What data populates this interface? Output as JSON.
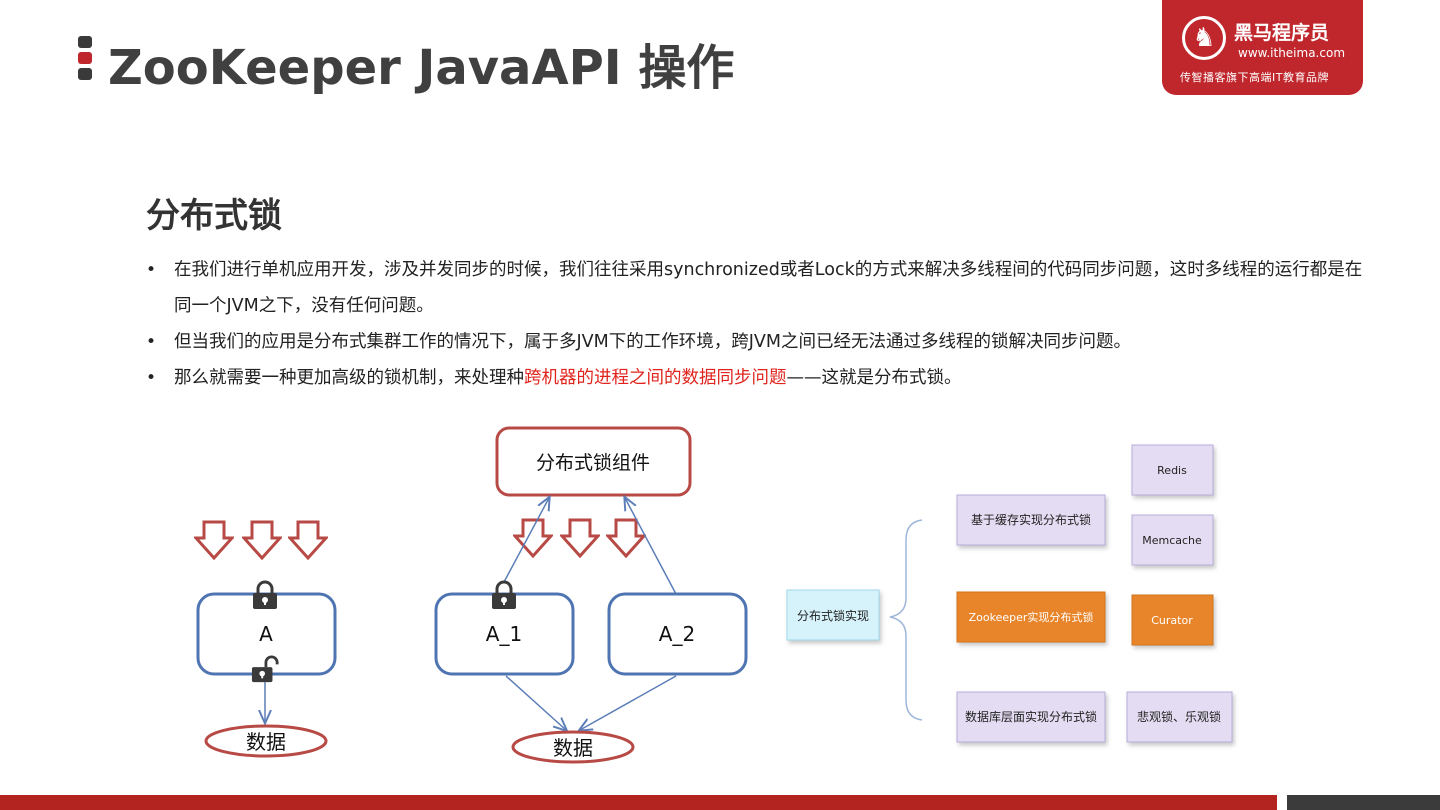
{
  "header": {
    "title": "ZooKeeper JavaAPI 操作"
  },
  "logo": {
    "name": "黑马程序员",
    "url": "www.itheima.com",
    "slogan": "传智播客旗下高端IT教育品牌"
  },
  "section": {
    "heading": "分布式锁"
  },
  "bullets": [
    {
      "text": "在我们进行单机应用开发，涉及并发同步的时候，我们往往采用synchronized或者Lock的方式来解决多线程间的代码同步问题，这时多线程的运行都是在同一个JVM之下，没有任何问题。"
    },
    {
      "text": "但当我们的应用是分布式集群工作的情况下，属于多JVM下的工作环境，跨JVM之间已经无法通过多线程的锁解决同步问题。"
    },
    {
      "pre": "那么就需要一种更加高级的锁机制，来处理种",
      "highlight": "跨机器的进程之间的数据同步问题",
      "post": "——这就是分布式锁。"
    }
  ],
  "diagram1": {
    "node_label": "A",
    "data_label": "数据"
  },
  "diagram2": {
    "component_label": "分布式锁组件",
    "node1_label": "A_1",
    "node2_label": "A_2",
    "data_label": "数据"
  },
  "diagram3": {
    "root": "分布式锁实现",
    "branches": [
      {
        "label": "基于缓存实现分布式锁",
        "children": [
          "Redis",
          "Memcache"
        ]
      },
      {
        "label": "Zookeeper实现分布式锁",
        "children": [
          "Curator"
        ]
      },
      {
        "label": "数据库层面实现分布式锁",
        "children": [
          "悲观锁、乐观锁"
        ]
      }
    ]
  },
  "colors": {
    "accent_red": "#c0272d",
    "highlight_text": "#e0241d",
    "node_border_blue": "#4f74b2",
    "ellipse_border": "#b84a46",
    "box_purple": "#e4dcf2",
    "box_orange": "#e8852a",
    "box_cyan": "#d6f3fb",
    "footer_red": "#b3231f"
  },
  "icons": [
    "lock-closed-icon",
    "lock-open-icon",
    "down-arrow-icon"
  ]
}
